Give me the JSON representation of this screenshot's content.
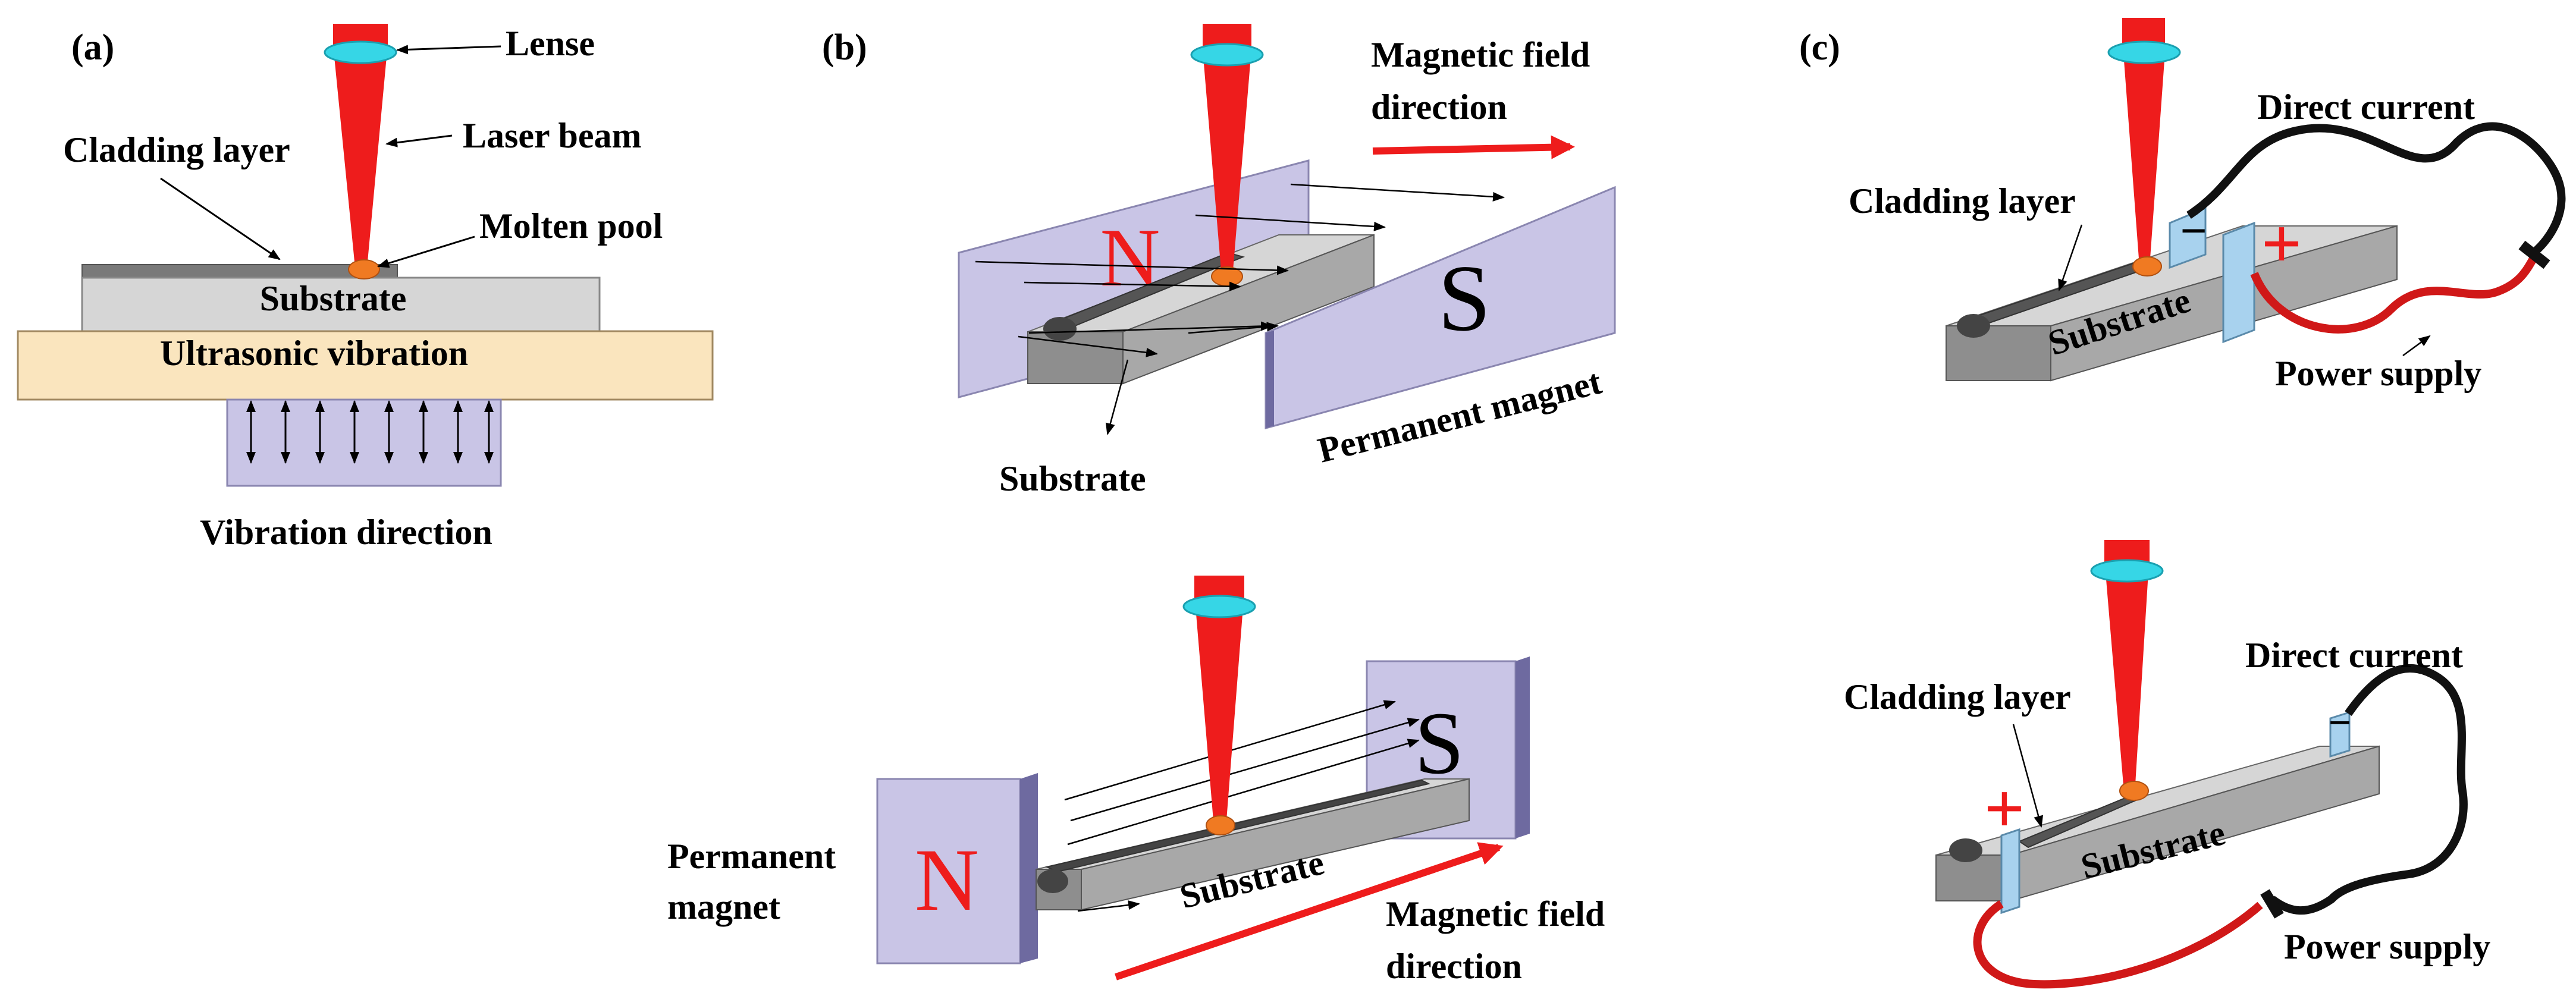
{
  "panels": {
    "a": {
      "tag": "(a)",
      "lense": "Lense",
      "laser_beam": "Laser beam",
      "cladding_layer": "Cladding layer",
      "molten_pool": "Molten pool",
      "substrate": "Substrate",
      "ultrasonic": "Ultrasonic vibration",
      "vibration_direction": "Vibration direction"
    },
    "b": {
      "tag": "(b)",
      "top": {
        "field_direction_line1": "Magnetic field",
        "field_direction_line2": "direction",
        "pole_n": "N",
        "pole_s": "S",
        "permanent_magnet": "Permanent magnet",
        "substrate": "Substrate"
      },
      "bottom": {
        "permanent_line1": "Permanent",
        "permanent_line2": "magnet",
        "pole_n": "N",
        "pole_s": "S",
        "substrate": "Substrate",
        "field_direction_line1": "Magnetic field",
        "field_direction_line2": "direction"
      }
    },
    "c": {
      "tag": "(c)",
      "top": {
        "direct_current": "Direct current",
        "cladding_layer": "Cladding layer",
        "substrate": "Substrate",
        "power_supply": "Power supply",
        "minus": "−",
        "plus": "+"
      },
      "bottom": {
        "direct_current": "Direct current",
        "cladding_layer": "Cladding layer",
        "substrate": "Substrate",
        "power_supply": "Power supply",
        "minus": "−",
        "plus": "+"
      }
    }
  },
  "colors": {
    "laser": "#ee1c1c",
    "lens": "#36d6e6",
    "molten": "#f07a22",
    "magnet": "#c9c5e6",
    "substrate_top": "#d6d6d6",
    "ultrasonic": "#fae5be",
    "electrode": "#a8d2ee",
    "wire_red": "#d01818",
    "wire_black": "#111111"
  }
}
